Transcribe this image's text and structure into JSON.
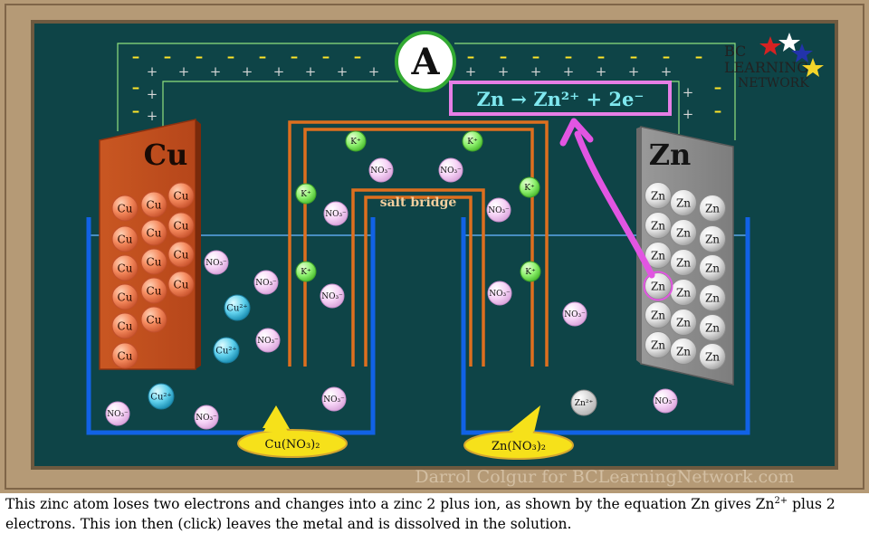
{
  "ammeter_label": "A",
  "logo": {
    "line1": "BC",
    "line2": "LEARNING",
    "line3": "NETWORK"
  },
  "equation": "Zn → Zn²⁺ + 2e⁻",
  "salt_bridge_label": "salt bridge",
  "electrodes": {
    "left": "Cu",
    "right": "Zn"
  },
  "atoms": {
    "cu": "Cu",
    "zn": "Zn"
  },
  "ions": {
    "potassium": "K⁺",
    "nitrate": "NO₃⁻",
    "copper": "Cu²⁺",
    "zinc": "Zn²⁺"
  },
  "solution_labels": {
    "left": "Cu(NO₃)₂",
    "right": "Zn(NO₃)₂"
  },
  "charges": {
    "minus": "–",
    "plus": "+"
  },
  "watermark": "Darrol Colgur for BCLearningNetwork.com",
  "caption": {
    "part1": "This zinc atom loses two electrons and changes into a zinc 2 plus ion, as shown by the equation Zn gives Zn",
    "sup": "2+",
    "part2": " plus 2 electrons. This ion then (click) leaves the metal and is dissolved in the solution."
  },
  "colors": {
    "board": "#0e4447",
    "frame": "#b59a76",
    "copper": "#c0531e",
    "zinc": "#8c8c8c",
    "beaker": "#1162e6",
    "salt_bridge": "#dd6f1f",
    "equation_border": "#e67ee6",
    "arrow": "#e255e2",
    "wire": "#8fe07e",
    "minus_sign": "#ffe629"
  }
}
